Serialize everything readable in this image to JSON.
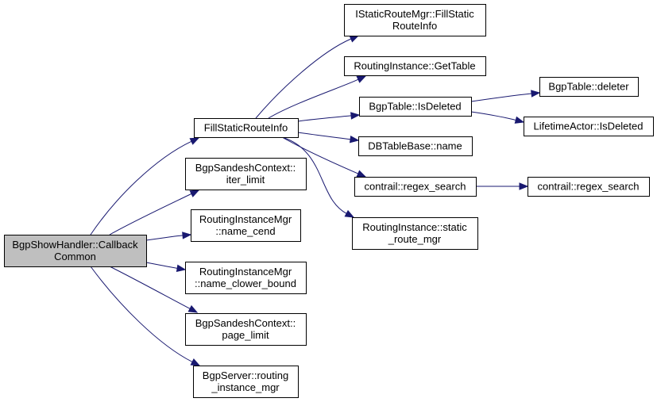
{
  "graph": {
    "type": "call-graph",
    "edge_color": "#191970",
    "root_fill": "#bfbfbf",
    "nodes": [
      {
        "id": "root",
        "lines": [
          "BgpShowHandler::Callback",
          "Common"
        ],
        "root": true
      },
      {
        "id": "fill",
        "lines": [
          "FillStaticRouteInfo"
        ]
      },
      {
        "id": "iter",
        "lines": [
          "BgpSandeshContext::",
          "iter_limit"
        ]
      },
      {
        "id": "cend",
        "lines": [
          "RoutingInstanceMgr",
          "::name_cend"
        ]
      },
      {
        "id": "clb",
        "lines": [
          "RoutingInstanceMgr",
          "::name_clower_bound"
        ]
      },
      {
        "id": "page",
        "lines": [
          "BgpSandeshContext::",
          "page_limit"
        ]
      },
      {
        "id": "rim",
        "lines": [
          "BgpServer::routing",
          "_instance_mgr"
        ]
      },
      {
        "id": "isrm",
        "lines": [
          "IStaticRouteMgr::FillStatic",
          "RouteInfo"
        ]
      },
      {
        "id": "gettable",
        "lines": [
          "RoutingInstance::GetTable"
        ]
      },
      {
        "id": "isdel",
        "lines": [
          "BgpTable::IsDeleted"
        ]
      },
      {
        "id": "dbname",
        "lines": [
          "DBTableBase::name"
        ]
      },
      {
        "id": "regex1",
        "lines": [
          "contrail::regex_search"
        ]
      },
      {
        "id": "srm",
        "lines": [
          "RoutingInstance::static",
          "_route_mgr"
        ]
      },
      {
        "id": "deleter",
        "lines": [
          "BgpTable::deleter"
        ]
      },
      {
        "id": "ltisdel",
        "lines": [
          "LifetimeActor::IsDeleted"
        ]
      },
      {
        "id": "regex2",
        "lines": [
          "contrail::regex_search"
        ]
      }
    ],
    "edges": [
      {
        "from": "root",
        "to": "fill"
      },
      {
        "from": "root",
        "to": "iter"
      },
      {
        "from": "root",
        "to": "cend"
      },
      {
        "from": "root",
        "to": "clb"
      },
      {
        "from": "root",
        "to": "page"
      },
      {
        "from": "root",
        "to": "rim"
      },
      {
        "from": "fill",
        "to": "isrm"
      },
      {
        "from": "fill",
        "to": "gettable"
      },
      {
        "from": "fill",
        "to": "isdel"
      },
      {
        "from": "fill",
        "to": "dbname"
      },
      {
        "from": "fill",
        "to": "regex1"
      },
      {
        "from": "fill",
        "to": "srm"
      },
      {
        "from": "isdel",
        "to": "deleter"
      },
      {
        "from": "isdel",
        "to": "ltisdel"
      },
      {
        "from": "regex1",
        "to": "regex2"
      }
    ]
  }
}
